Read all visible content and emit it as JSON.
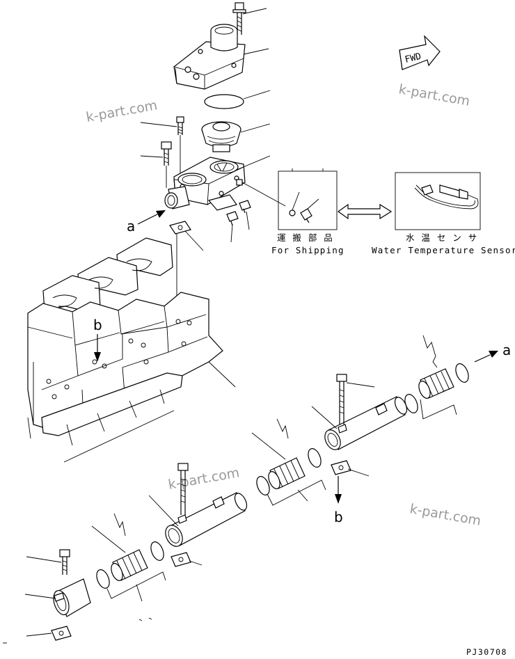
{
  "watermark": "k-part.com",
  "direction_label": "FWD",
  "callout_letters": {
    "a": "a",
    "b": "b"
  },
  "shipping_box": {
    "jp_label": "運 搬 部 品",
    "en_label": "For Shipping"
  },
  "sensor_box": {
    "jp_label": "水 温 セ ン サ",
    "en_label": "Water Temperature Sensor"
  },
  "drawing_code": "PJ30708"
}
